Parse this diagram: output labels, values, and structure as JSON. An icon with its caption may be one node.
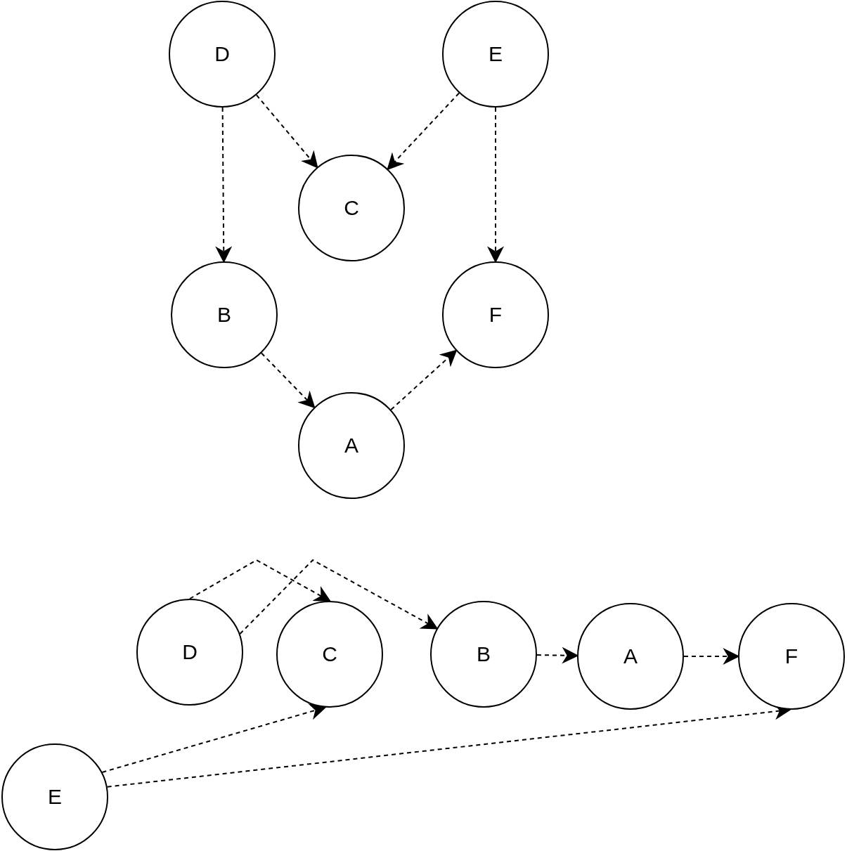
{
  "diagram": {
    "nodes": [
      {
        "text": [
          "D"
        ]
      },
      {
        "text": [
          "E"
        ]
      },
      {
        "text": [
          "C"
        ]
      },
      {
        "text": [
          "B"
        ]
      },
      {
        "text": [
          "F"
        ]
      },
      {
        "text": [
          "A"
        ]
      },
      {
        "text": [
          "D"
        ]
      },
      {
        "text": [
          "C"
        ]
      },
      {
        "text": [
          "B"
        ]
      },
      {
        "text": [
          "A"
        ]
      },
      {
        "text": [
          "F"
        ]
      },
      {
        "text": [
          "E"
        ]
      }
    ],
    "edges": [
      {
        "from": 0,
        "to": 2,
        "arrow": "to",
        "style": "dashed"
      },
      {
        "from": 0,
        "to": 3,
        "arrow": "to",
        "style": "dashed"
      },
      {
        "from": 1,
        "to": 2,
        "arrow": "to",
        "style": "dashed"
      },
      {
        "from": 1,
        "to": 4,
        "arrow": "to",
        "style": "dashed"
      },
      {
        "from": 3,
        "to": 5,
        "arrow": "to",
        "style": "dashed"
      },
      {
        "from": 5,
        "to": 4,
        "arrow": "to",
        "style": "dashed"
      },
      {
        "from": 6,
        "to": 7,
        "arrow": "to",
        "style": "dashed"
      },
      {
        "from": 6,
        "to": 8,
        "arrow": "to",
        "style": "dashed"
      },
      {
        "from": 8,
        "to": 9,
        "arrow": "to",
        "style": "dashed"
      },
      {
        "from": 9,
        "to": 10,
        "arrow": "to",
        "style": "dashed"
      },
      {
        "from": 11,
        "to": 7,
        "arrow": "to",
        "style": "dashed"
      },
      {
        "from": 11,
        "to": 10,
        "arrow": "to",
        "style": "dashed"
      }
    ]
  }
}
